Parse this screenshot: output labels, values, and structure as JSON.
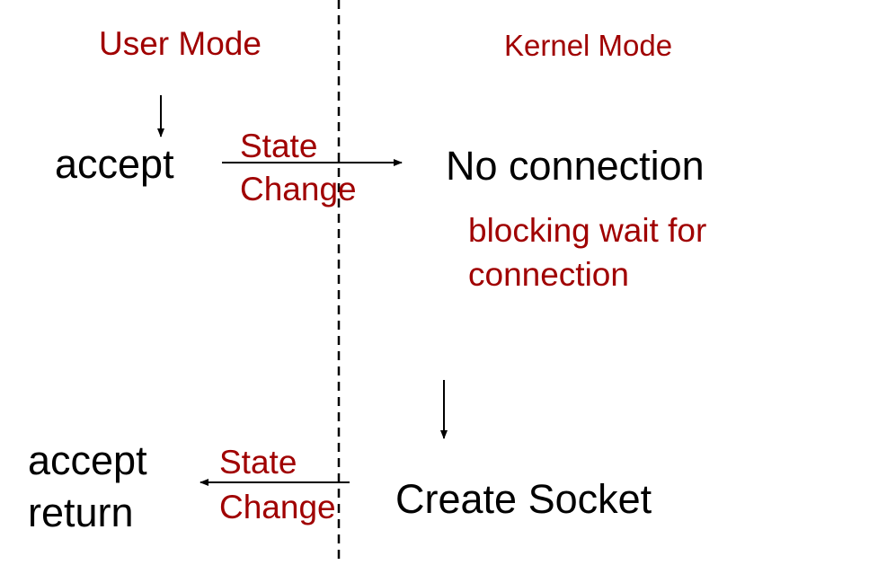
{
  "columns": {
    "user_mode": "User Mode",
    "kernel_mode": "Kernel Mode"
  },
  "steps": {
    "accept": "accept",
    "state_change_top": [
      "State",
      "Change"
    ],
    "no_connection": "No connection",
    "blocking_note": [
      "blocking wait for",
      "connection"
    ],
    "accept_return": [
      "accept",
      "return"
    ],
    "state_change_bottom": [
      "State",
      "Change"
    ],
    "create_socket": "Create Socket"
  },
  "colors": {
    "label_red": "#a00000",
    "text_black": "#000000",
    "line": "#000000"
  }
}
